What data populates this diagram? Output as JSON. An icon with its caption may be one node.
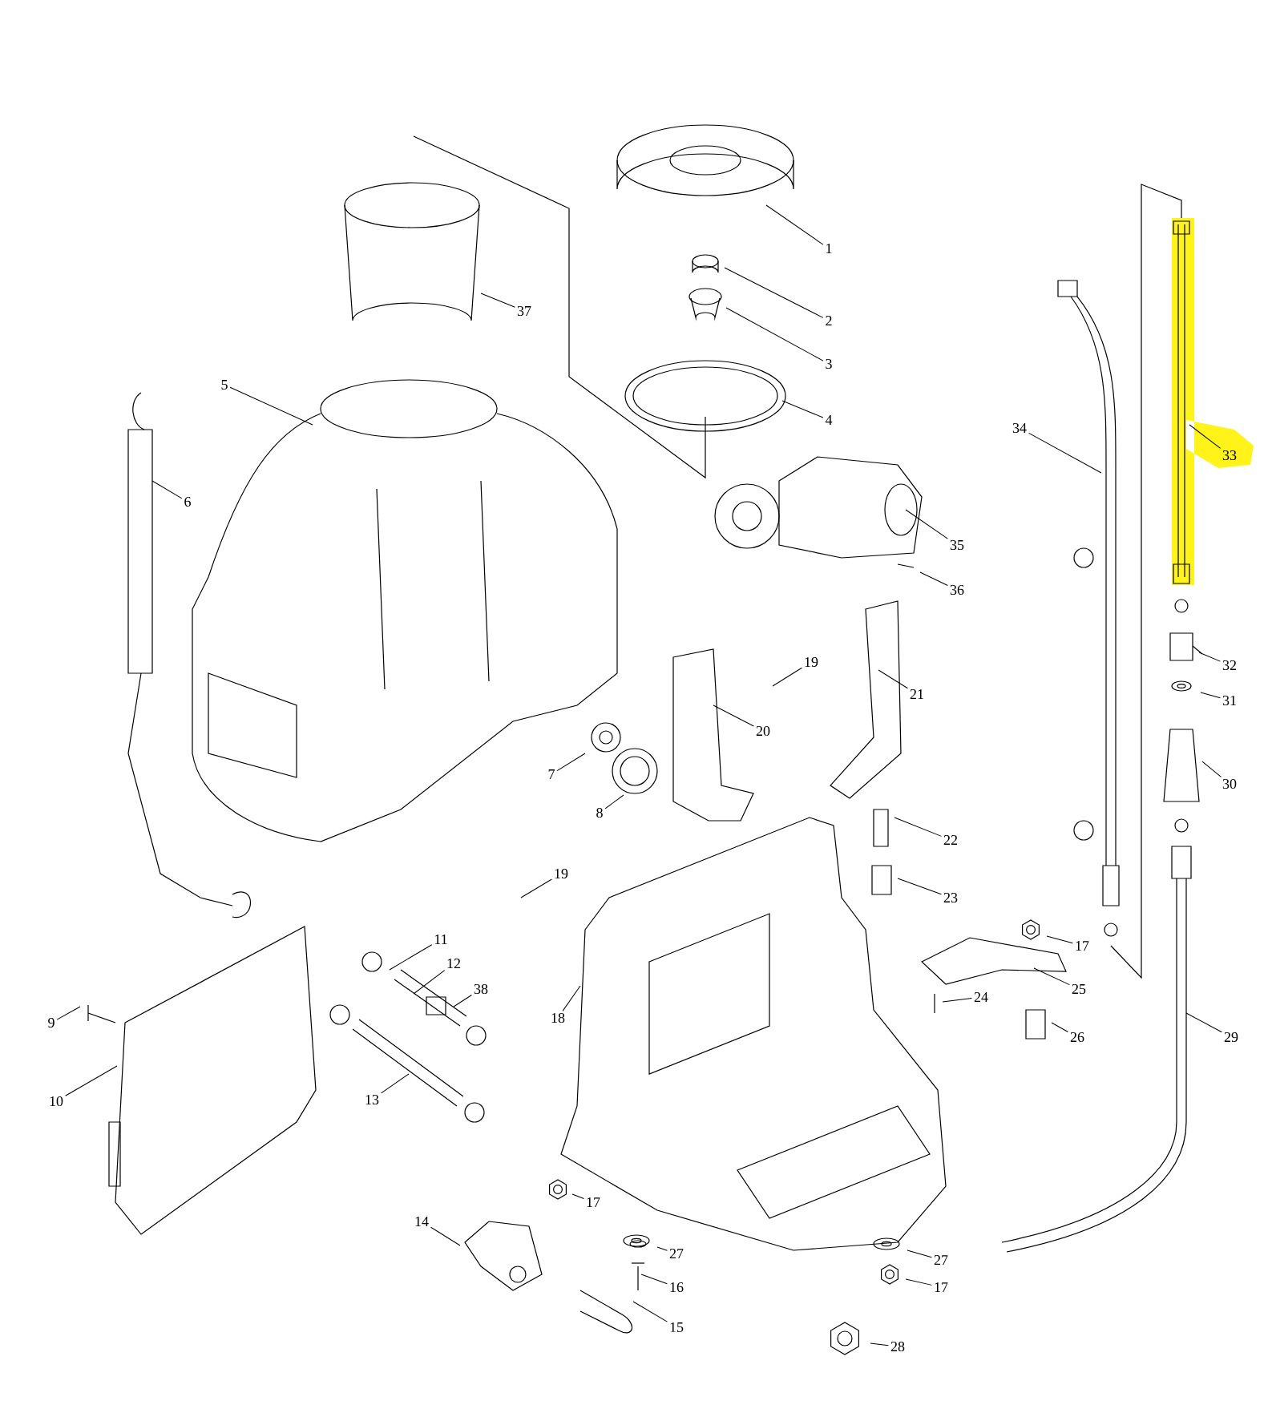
{
  "diagram": {
    "nodes": [
      {
        "text": [
          "1"
        ]
      },
      {
        "text": [
          "2"
        ]
      },
      {
        "text": [
          "3"
        ]
      },
      {
        "text": [
          "4"
        ]
      },
      {
        "text": [
          "5"
        ]
      },
      {
        "text": [
          "6"
        ]
      },
      {
        "text": [
          "7"
        ]
      },
      {
        "text": [
          "8"
        ]
      },
      {
        "text": [
          "9"
        ]
      },
      {
        "text": [
          "10"
        ]
      },
      {
        "text": [
          "11"
        ]
      },
      {
        "text": [
          "12"
        ]
      },
      {
        "text": [
          "13"
        ]
      },
      {
        "text": [
          "14"
        ]
      },
      {
        "text": [
          "15"
        ]
      },
      {
        "text": [
          "16"
        ]
      },
      {
        "text": [
          "17"
        ]
      },
      {
        "text": [
          "17"
        ]
      },
      {
        "text": [
          "17"
        ]
      },
      {
        "text": [
          "18"
        ]
      },
      {
        "text": [
          "19"
        ]
      },
      {
        "text": [
          "19"
        ]
      },
      {
        "text": [
          "20"
        ]
      },
      {
        "text": [
          "21"
        ]
      },
      {
        "text": [
          "22"
        ]
      },
      {
        "text": [
          "23"
        ]
      },
      {
        "text": [
          "24"
        ]
      },
      {
        "text": [
          "25"
        ]
      },
      {
        "text": [
          "26"
        ]
      },
      {
        "text": [
          "27"
        ]
      },
      {
        "text": [
          "27"
        ]
      },
      {
        "text": [
          "28"
        ]
      },
      {
        "text": [
          "29"
        ]
      },
      {
        "text": [
          "30"
        ]
      },
      {
        "text": [
          "31"
        ]
      },
      {
        "text": [
          "32"
        ]
      },
      {
        "text": [
          "33"
        ]
      },
      {
        "text": [
          "34"
        ]
      },
      {
        "text": [
          "35"
        ]
      },
      {
        "text": [
          "36"
        ]
      },
      {
        "text": [
          "37"
        ]
      },
      {
        "text": [
          "38"
        ]
      }
    ],
    "edges": [
      {
        "from": 0,
        "to": null,
        "arrow": "none"
      },
      {
        "from": 1,
        "to": null,
        "arrow": "none"
      },
      {
        "from": 2,
        "to": null,
        "arrow": "none"
      },
      {
        "from": 3,
        "to": null,
        "arrow": "none"
      },
      {
        "from": 4,
        "to": null,
        "arrow": "none"
      },
      {
        "from": 5,
        "to": null,
        "arrow": "none"
      },
      {
        "from": 6,
        "to": null,
        "arrow": "none"
      },
      {
        "from": 7,
        "to": null,
        "arrow": "none"
      },
      {
        "from": 8,
        "to": null,
        "arrow": "none"
      },
      {
        "from": 9,
        "to": null,
        "arrow": "none"
      },
      {
        "from": 10,
        "to": null,
        "arrow": "none"
      },
      {
        "from": 11,
        "to": null,
        "arrow": "none"
      },
      {
        "from": 12,
        "to": null,
        "arrow": "none"
      },
      {
        "from": 13,
        "to": null,
        "arrow": "none"
      },
      {
        "from": 14,
        "to": null,
        "arrow": "none"
      },
      {
        "from": 15,
        "to": null,
        "arrow": "none"
      },
      {
        "from": 16,
        "to": null,
        "arrow": "none"
      },
      {
        "from": 17,
        "to": null,
        "arrow": "none"
      },
      {
        "from": 18,
        "to": null,
        "arrow": "none"
      },
      {
        "from": 19,
        "to": null,
        "arrow": "none"
      },
      {
        "from": 20,
        "to": null,
        "arrow": "none"
      },
      {
        "from": 21,
        "to": null,
        "arrow": "none"
      },
      {
        "from": 22,
        "to": null,
        "arrow": "none"
      },
      {
        "from": 23,
        "to": null,
        "arrow": "none"
      },
      {
        "from": 24,
        "to": null,
        "arrow": "none"
      },
      {
        "from": 25,
        "to": null,
        "arrow": "none"
      },
      {
        "from": 26,
        "to": null,
        "arrow": "none"
      },
      {
        "from": 27,
        "to": null,
        "arrow": "none"
      },
      {
        "from": 28,
        "to": null,
        "arrow": "none"
      },
      {
        "from": 29,
        "to": null,
        "arrow": "none"
      },
      {
        "from": 30,
        "to": null,
        "arrow": "none"
      },
      {
        "from": 31,
        "to": null,
        "arrow": "none"
      },
      {
        "from": 32,
        "to": null,
        "arrow": "none"
      },
      {
        "from": 33,
        "to": null,
        "arrow": "none"
      },
      {
        "from": 34,
        "to": null,
        "arrow": "none"
      },
      {
        "from": 35,
        "to": null,
        "arrow": "none"
      },
      {
        "from": 36,
        "to": null,
        "arrow": "none"
      },
      {
        "from": 37,
        "to": null,
        "arrow": "none"
      },
      {
        "from": 38,
        "to": null,
        "arrow": "none"
      },
      {
        "from": 39,
        "to": null,
        "arrow": "none"
      },
      {
        "from": 40,
        "to": null,
        "arrow": "none"
      },
      {
        "from": 41,
        "to": null,
        "arrow": "none"
      }
    ]
  }
}
